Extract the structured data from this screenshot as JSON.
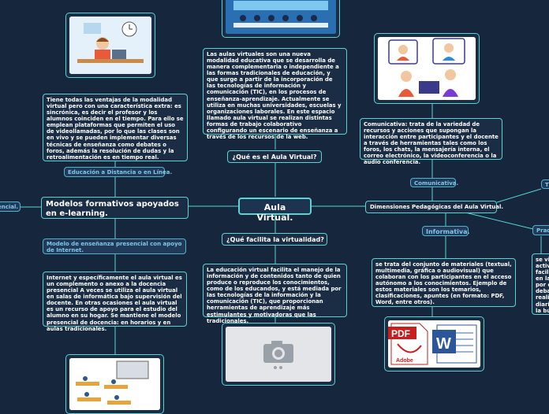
{
  "central": {
    "title": "Aula Virtual."
  },
  "questions": {
    "what": "¿Qué es el Aula Virtual?",
    "facilitates": "¿Qué facilita la virtualidad?"
  },
  "texts": {
    "definition": "Las aulas virtuales son una nueva modalidad educativa que se desarrolla de manera complementaria o independiente a las formas tradicionales de educación, y que surge a partir de la incorporación de las tecnologías de información y comunicación (TIC), en los procesos de enseñanza-aprendizaje. Actualmente se utiliza en muchas universidades, escuelas y organizaciones laborales. En este espacio llamado aula virtual se realizan distintas formas de trabajo colaborativo configurando un escenario de enseñanza a través de los recursos de la web.",
    "facilitates": "La educación virtual facilita el manejo de la información y de contenidos tanto de quien produce o reproduce los conocimientos, como de los educandos, y está mediada por las tecnologías de la información y la comunicación (TIC), que proporcionan herramientas de aprendizaje más estimulantes y motivadoras que las tradicionales.",
    "distance": "Tiene todas las ventajas de la modalidad virtual pero con una característica extra: es sincrónica, es decir el profesor y los alumnos coinciden en el tiempo. Para ello se emplean plataformas que permiten el uso de videollamadas, por lo que las clases son en vivo y se pueden implementar diversas técnicas de enseñanza como debates o foros, además la resolución de dudas y la retroalimentación es en tiempo real.",
    "presencial": "Internet y específicamente el aula virtual es un complemento o anexo a la docencia presencial A veces se utiliza el aula virtual en salas de informática bajo supervisión del docente. En otras ocasiones el aula virtual es un recurso de apoyo para el estudio del alumno en su hogar. Se mantiene el modelo presencial de docencia: en horarios y en aulas tradicionales.",
    "comunicativa": "Comunicativa: trata de la variedad de recursos y acciones que supongan la interacción entre participantes y el docente a través de herramientas tales como los foros, los chats, la mensajería interna, el correo electrónico, la videoconferencia o la audio conferencia.",
    "informativa": "se trata del conjunto de materiales (textual, multimedia, gráfica o audiovisual) que colaboran con los participantes en el acceso autónomo a los conocimientos. Ejemplo de estos materiales son los temarios, clasificaciones, apuntes (en formato: PDF, Word, entre otros).",
    "practica": "se vi activ facili en la por e debat realiz diario la bú"
  },
  "models": {
    "title": "Modelos formativos apoyados en e-learning.",
    "distance_tag": "Educación a Distancia o en Línea.",
    "presencial_tag": "Modelo de enseñanza presencial con apoyo de Internet.",
    "left_edge_tag": "encial."
  },
  "dimensions": {
    "title": "Dimensiones Pedagógicas del Aula Virtual.",
    "comunicativa_tag": "Comunicativa.",
    "informativa_tag": "Informativa.",
    "practica_tag": "Practi",
    "right_edge_tag": "T"
  },
  "images": {
    "pdf_label": "PDF",
    "adobe_label": "Adobe",
    "word_label": "W"
  },
  "colors": {
    "background": "#16273d",
    "border": "#5bd3d3",
    "tag_text": "#7fc7e8"
  }
}
